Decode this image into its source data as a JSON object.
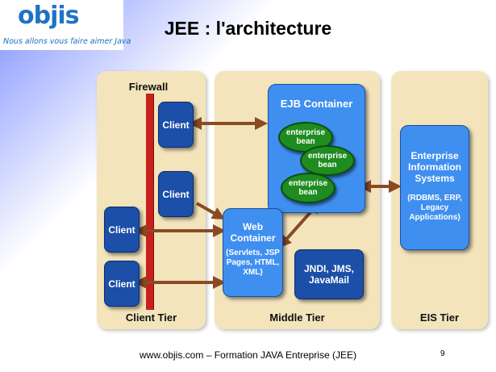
{
  "logo": {
    "mark": "objis",
    "tagline": "Nous allons vous faire aimer Java"
  },
  "slide": {
    "title": "JEE : l'architecture",
    "footer": "www.objis.com – Formation JAVA Entreprise (JEE)",
    "page_number": "9"
  },
  "diagram": {
    "firewall_label": "Firewall",
    "tiers": {
      "client": "Client Tier",
      "middle": "Middle Tier",
      "eis": "EIS Tier"
    },
    "clients": [
      "Client",
      "Client",
      "Client",
      "Client"
    ],
    "ejb_container": {
      "title": "EJB Container",
      "beans": [
        "enterprise bean",
        "enterprise bean",
        "enterprise bean"
      ]
    },
    "web_container": {
      "title": "Web Container",
      "details": "(Servlets, JSP Pages, HTML, XML)"
    },
    "jndi_box": "JNDI, JMS, JavaMail",
    "eis_box": {
      "title": "Enterprise Information Systems",
      "details": "(RDBMS, ERP, Legacy Applications)"
    },
    "colors": {
      "tier_fill": "#f3e4bc",
      "client_box": "#1b4fa8",
      "container_box": "#3f8ff0",
      "bean": "#1e8c20",
      "firewall": "#c8201a",
      "arrow": "#8a4a23"
    }
  }
}
